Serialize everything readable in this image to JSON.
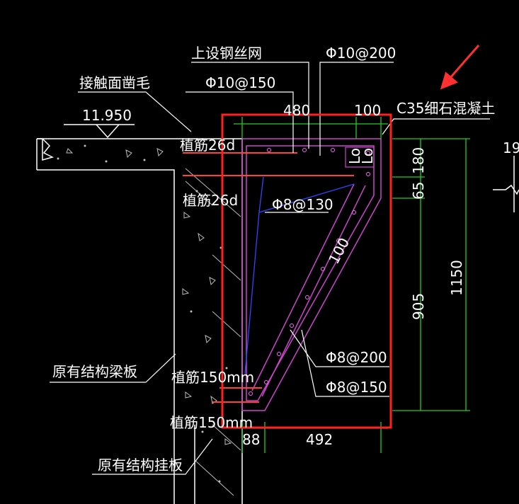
{
  "labels": {
    "wire_mesh": "上设钢丝网",
    "rebar_top": "Φ10@200",
    "interface": "接触面凿毛",
    "rebar_150": "Φ10@150",
    "elevation": "11.950",
    "concrete": "C35细石混凝土",
    "plant_bar_1": "植筋26d",
    "plant_bar_2": "植筋26d",
    "stirrup_130": "Φ8@130",
    "dim_r100": "100",
    "orig_beam_slab": "原有结构梁板",
    "plant_bar_3": "植筋150mm",
    "plant_bar_4": "植筋150mm",
    "stirrup_200": "Φ8@200",
    "stirrup_150": "Φ8@150",
    "orig_hanger": "原有结构挂板",
    "cut_19": "19",
    "box_lo_1": "Lo",
    "box_lo_2": "Lo"
  },
  "dimensions": {
    "top_480": "480",
    "top_100": "100",
    "right_180": "180",
    "right_65": "65",
    "right_905": "905",
    "right_1150": "1150",
    "bottom_88": "88",
    "bottom_492": "492"
  },
  "colors": {
    "highlight_box": "#ff2020",
    "dimension": "#22cc22",
    "section": "#cc44cc",
    "rebar": "#ff4040",
    "stirrup_guide": "#3344ff",
    "structure": "#ffffff",
    "arrow": "#ff3030"
  }
}
